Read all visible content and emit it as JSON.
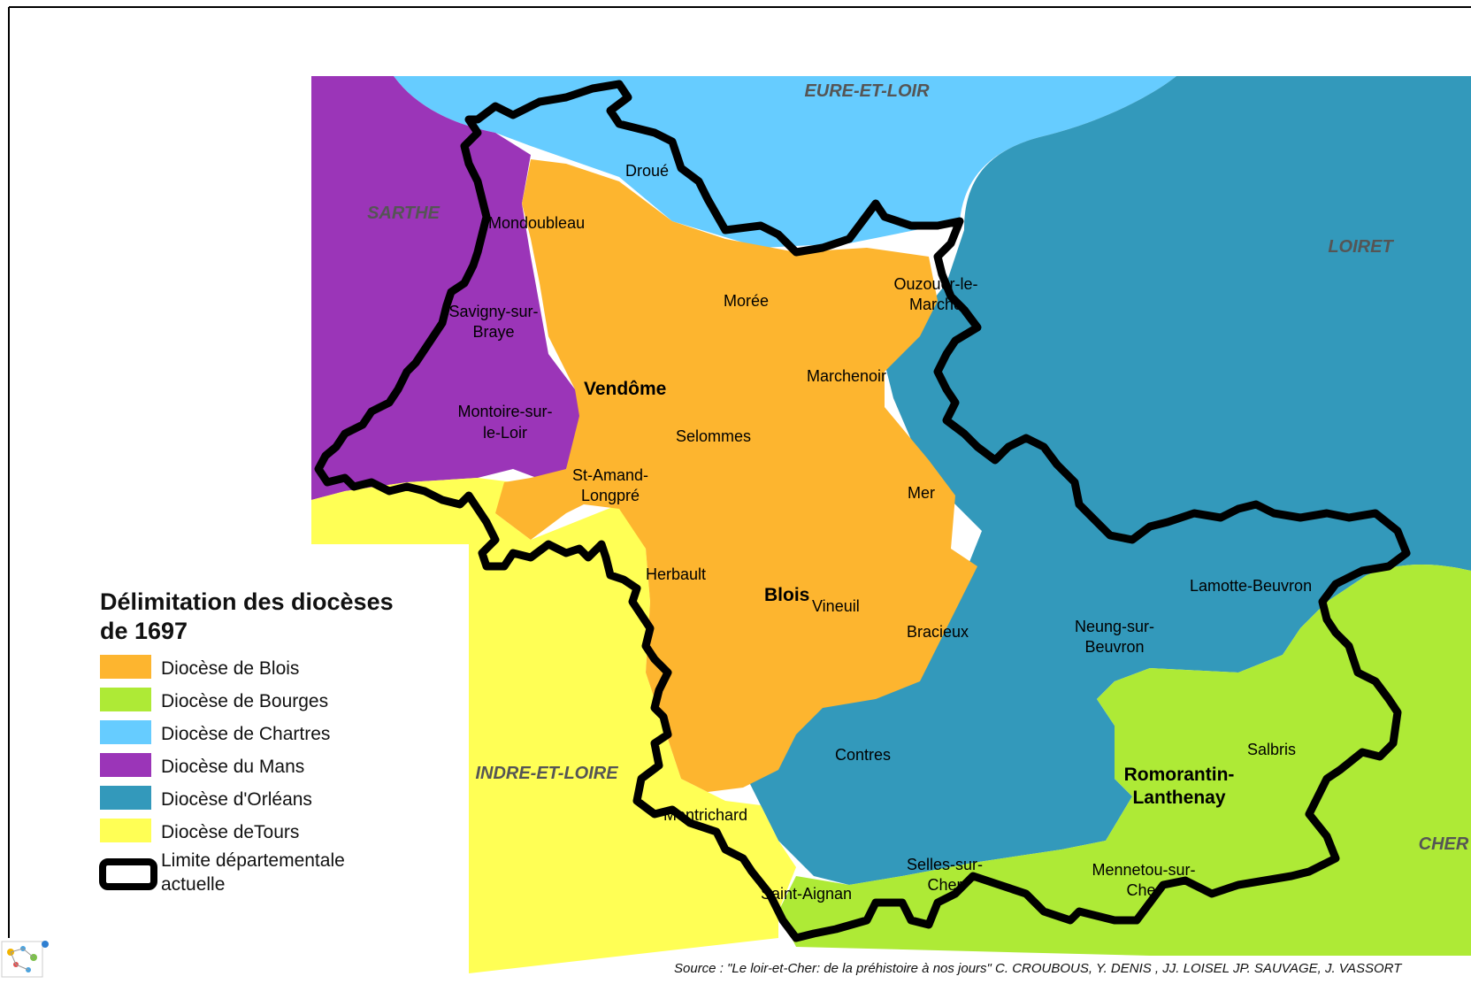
{
  "colors": {
    "blois": "#FDB52F",
    "bourges": "#AEEA36",
    "chartres": "#66CCFF",
    "mans": "#9B35B8",
    "orleans": "#3399BB",
    "tours": "#FFFF55",
    "border": "#000000"
  },
  "departments": [
    {
      "id": "eure-et-loir",
      "label": "EURE-ET-LOIR"
    },
    {
      "id": "sarthe",
      "label": "SARTHE"
    },
    {
      "id": "loiret",
      "label": "LOIRET"
    },
    {
      "id": "indre-et-loire",
      "label": "INDRE-ET-LOIRE"
    },
    {
      "id": "cher",
      "label": "CHER"
    }
  ],
  "towns": {
    "droue": "Droué",
    "mondoubleau": "Mondoubleau",
    "savigny": [
      "Savigny-sur-",
      "Braye"
    ],
    "moree": "Morée",
    "ouzouer": [
      "Ouzouer-le-",
      "Marche"
    ],
    "vendome": "Vendôme",
    "marchenoir": "Marchenoir",
    "montoire": [
      "Montoire-sur-",
      "le-Loir"
    ],
    "selommes": "Selommes",
    "st_amand": [
      "St-Amand-",
      "Longpré"
    ],
    "mer": "Mer",
    "herbault": "Herbault",
    "lamotte": "Lamotte-Beuvron",
    "blois": "Blois",
    "vineuil": "Vineuil",
    "neung": [
      "Neung-sur-",
      "Beuvron"
    ],
    "bracieux": "Bracieux",
    "salbris": "Salbris",
    "contres": "Contres",
    "romorantin": [
      "Romorantin-",
      "Lanthenay"
    ],
    "montrichard": "Montrichard",
    "selles": [
      "Selles-sur-",
      "Cher"
    ],
    "mennetou": [
      "Mennetou-sur-",
      "Cher"
    ],
    "saint_aignan": "Saint-Aignan"
  },
  "legend": {
    "title": [
      "Délimitation des diocèses",
      "de 1697"
    ],
    "items": [
      {
        "label": "Diocèse de Blois",
        "color_key": "blois"
      },
      {
        "label": "Diocèse de Bourges",
        "color_key": "bourges"
      },
      {
        "label": "Diocèse de Chartres",
        "color_key": "chartres"
      },
      {
        "label": "Diocèse du Mans",
        "color_key": "mans"
      },
      {
        "label": "Diocèse d'Orléans",
        "color_key": "orleans"
      },
      {
        "label": "Diocèse deTours",
        "color_key": "tours"
      }
    ],
    "border_item": [
      "Limite départementale",
      "actuelle"
    ]
  },
  "source": "Source : \"Le loir-et-Cher: de la préhistoire à nos jours\" C. CROUBOUS, Y. DENIS , JJ. LOISEL JP. SAUVAGE, J. VASSORT",
  "icons": {
    "corner_logo": "network-logo-icon"
  }
}
